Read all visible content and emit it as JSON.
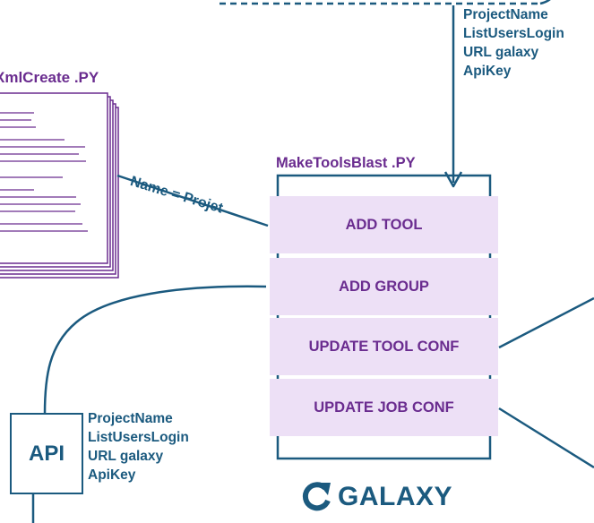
{
  "colors": {
    "line": "#1b5a7f",
    "accent": "#6a2c8f",
    "step_fill": "#ede0f6"
  },
  "top_params": [
    "ProjectName",
    "ListUsersLogin",
    "URL galaxy",
    "ApiKey"
  ],
  "xml_create": {
    "label": "XmlCreate .PY"
  },
  "edge_label": "Name = Projet",
  "make_tools": {
    "label": "MakeToolsBlast .PY",
    "steps": [
      "ADD TOOL",
      "ADD GROUP",
      "UPDATE TOOL CONF",
      "UPDATE JOB CONF"
    ]
  },
  "api": {
    "label": "API",
    "params": [
      "ProjectName",
      "ListUsersLogin",
      "URL galaxy",
      "ApiKey"
    ]
  },
  "galaxy": {
    "label": "GALAXY",
    "icon": "refresh-arrow-icon"
  }
}
